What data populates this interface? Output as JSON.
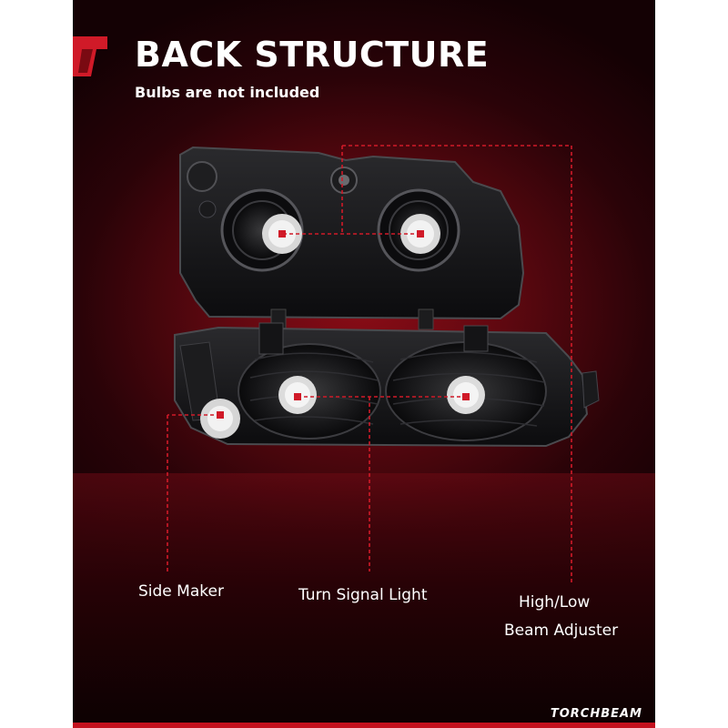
{
  "header": {
    "title": "BACK STRUCTURE",
    "subtitle": "Bulbs are not included"
  },
  "callouts": {
    "side_marker": "Side Maker",
    "turn_signal": "Turn Signal Light",
    "adjuster_line1": "High/Low",
    "adjuster_line2": "Beam Adjuster"
  },
  "brand": {
    "name": "TORCHBEAM"
  },
  "colors": {
    "accent": "#d01a28",
    "background_dark": "#140104",
    "background_glow": "#8a0c16",
    "text": "#ffffff"
  },
  "icons": [
    "brand-logo-icon"
  ]
}
